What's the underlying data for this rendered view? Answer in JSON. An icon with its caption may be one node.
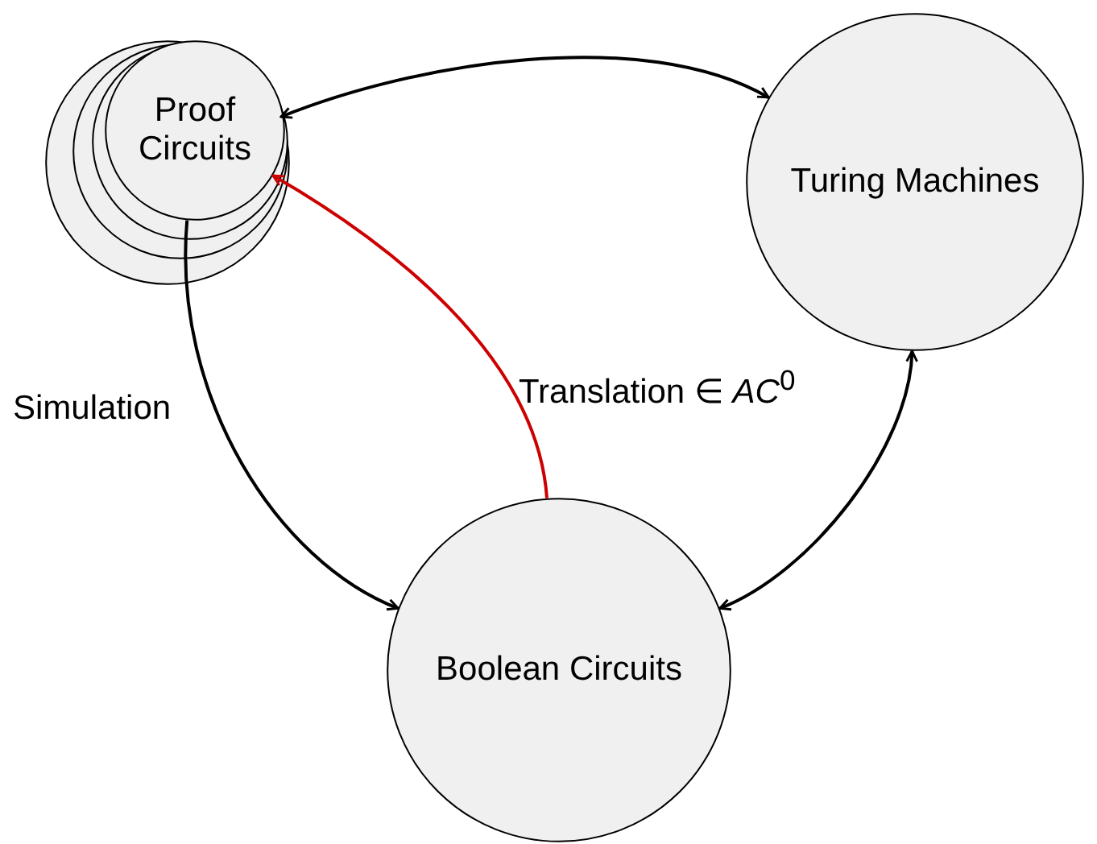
{
  "diagram": {
    "nodes": [
      {
        "text": [],
        "shape": "circle"
      },
      {
        "text": [],
        "shape": "circle",
        "in": 0
      },
      {
        "text": [],
        "shape": "circle",
        "in": 1
      },
      {
        "text": [
          "Proof Circuits"
        ],
        "in": 2
      },
      {
        "text": [
          "Turing Machines"
        ]
      },
      {
        "text": [
          "Boolean Circuits"
        ]
      }
    ],
    "edges": [
      {
        "from": 0,
        "to": 4,
        "arrow": "both"
      },
      {
        "from": 3,
        "to": 5,
        "arrow": "to",
        "label": "Simulation"
      },
      {
        "from": 5,
        "to": 3,
        "arrow": "to",
        "label": "Translation ∈ *AC*$^{0}$",
        "color": "#cc0000"
      },
      {
        "from": 4,
        "to": 5,
        "arrow": "both"
      }
    ]
  }
}
